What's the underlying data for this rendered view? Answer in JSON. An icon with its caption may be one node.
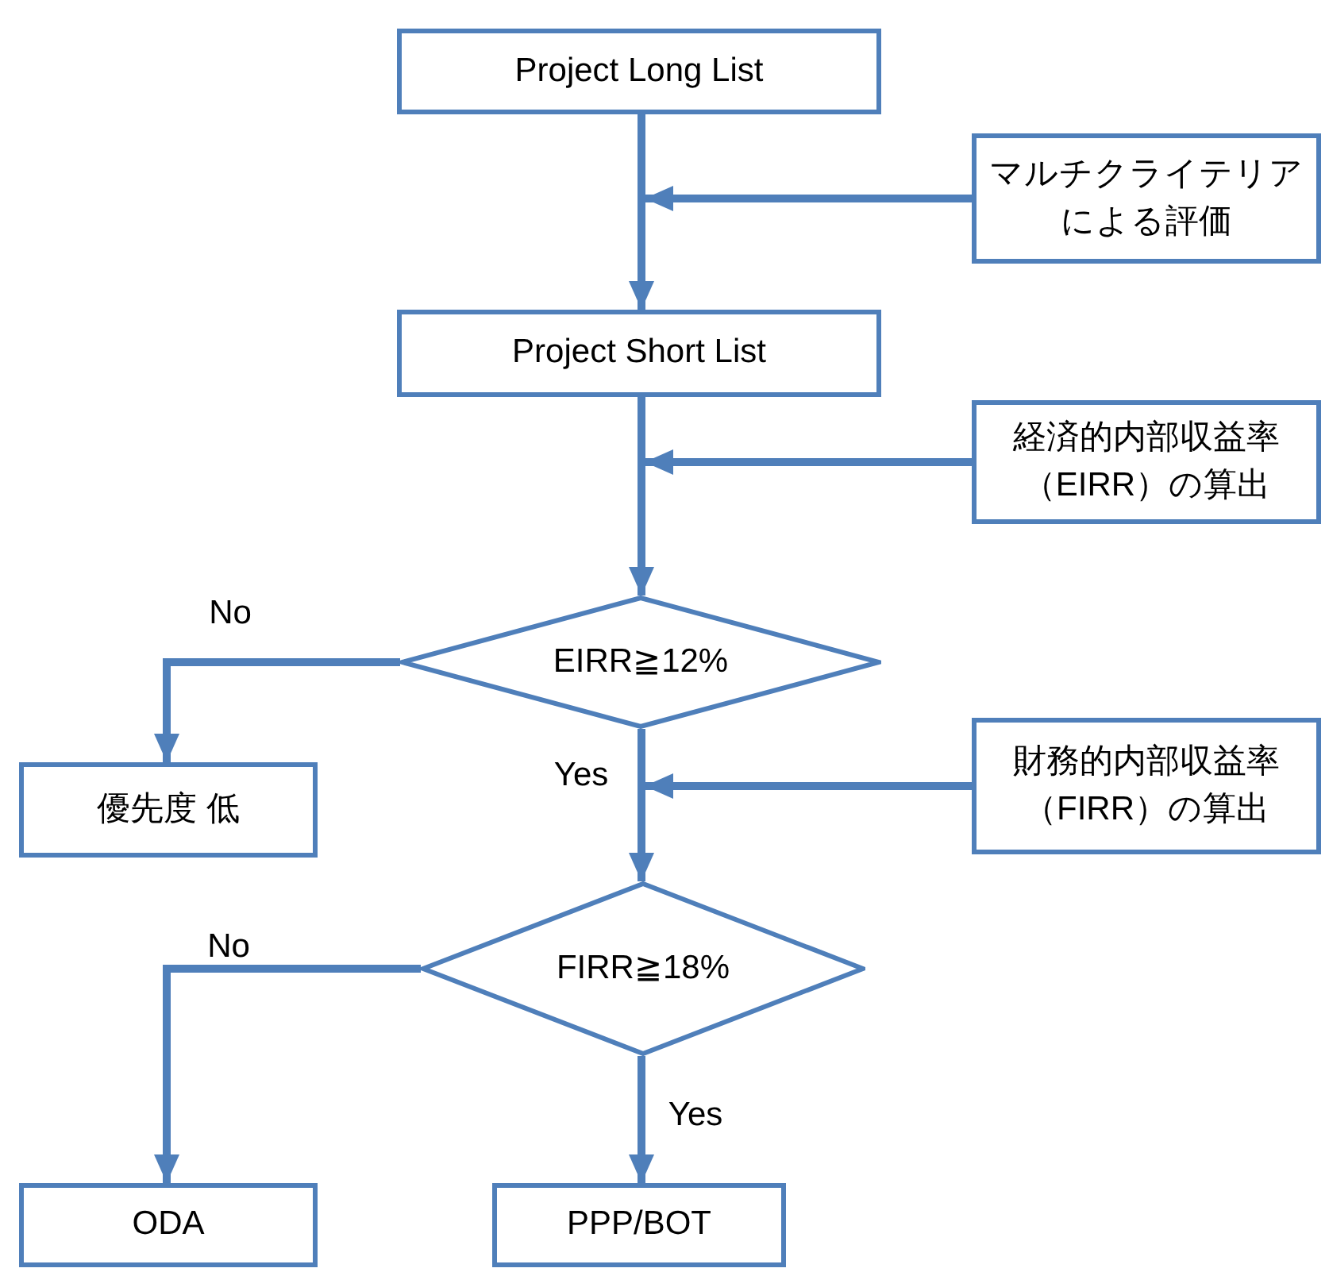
{
  "diagram": {
    "nodes": [
      {
        "text": [
          "Project Long List"
        ]
      },
      {
        "text": [
          "マルチクライテリアによる評価"
        ]
      },
      {
        "text": [
          "Project Short List"
        ]
      },
      {
        "text": [
          "経済的内部収益率（EIRR）の算出"
        ]
      },
      {
        "text": [
          "EIRR≧12%"
        ]
      },
      {
        "text": [
          "優先度 低"
        ]
      },
      {
        "text": [
          "財務的内部収益率（FIRR）の算出"
        ]
      },
      {
        "text": [
          "FIRR≧18%"
        ]
      },
      {
        "text": [
          "ODA"
        ]
      },
      {
        "text": [
          "PPP/BOT"
        ]
      }
    ],
    "edges": [
      {
        "from": 0,
        "to": 2,
        "arrow": "to"
      },
      {
        "from": 1,
        "to": null,
        "arrow": "to"
      },
      {
        "from": 2,
        "to": 4,
        "arrow": "to"
      },
      {
        "from": 3,
        "to": null,
        "arrow": "to"
      },
      {
        "from": 4,
        "to": 5,
        "arrow": "to",
        "label": "No"
      },
      {
        "from": 4,
        "to": 7,
        "arrow": "to",
        "label": "Yes"
      },
      {
        "from": 6,
        "to": null,
        "arrow": "to"
      },
      {
        "from": 7,
        "to": 8,
        "arrow": "to",
        "label": "No"
      },
      {
        "from": 7,
        "to": 9,
        "arrow": "to",
        "label": "Yes"
      }
    ]
  }
}
